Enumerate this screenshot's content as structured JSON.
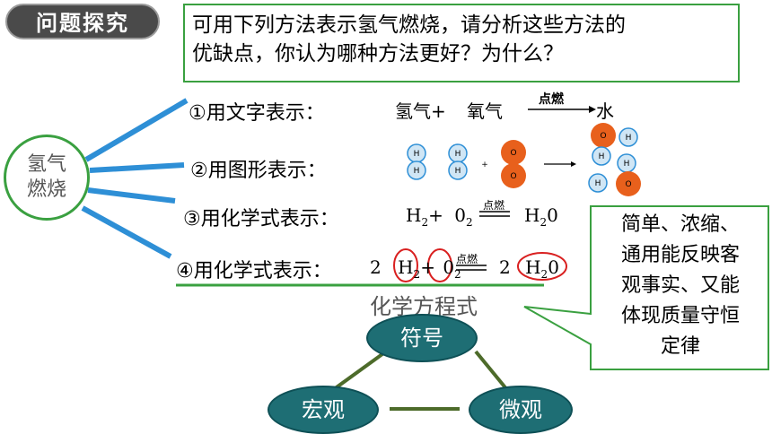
{
  "badge": "问题探究",
  "question": {
    "line1": "可用下列方法表示氢气燃烧，请分析这些方法的",
    "line2": "优缺点，你认为哪种方法更好？为什么？"
  },
  "hub": {
    "line1": "氢气",
    "line2": "燃烧"
  },
  "methods": [
    {
      "label": "①用文字表示："
    },
    {
      "label": "②用图形表示："
    },
    {
      "label": "③用化学式表示："
    },
    {
      "label": "④用化学式表示："
    }
  ],
  "word_equation": {
    "reactant1": "氢气+",
    "reactant2": "氧气",
    "condition": "点燃",
    "product": "水"
  },
  "atoms": {
    "h": "H",
    "o": "O",
    "plus": "+"
  },
  "formula_equation": {
    "h2": "H",
    "sub2": "2",
    "plus": "+",
    "o2": "0",
    "condition": "点燃",
    "h2o_h": "H",
    "h2o_o": "0"
  },
  "balanced_equation": {
    "coef1": "2",
    "h2": "H",
    "sub2": "2",
    "plus": "+",
    "o2": "0",
    "condition": "点燃",
    "coef2": "2",
    "h2o_h": "H",
    "h2o_o": "0"
  },
  "equation_label": "化学方程式",
  "callout": {
    "line1": "简单、浓缩、",
    "line2": "通用能反映客",
    "line3": "观事实、又能",
    "line4": "体现质量守恒",
    "line5": "定律"
  },
  "triangle": {
    "top": "符号",
    "left": "宏观",
    "right": "微观"
  },
  "colors": {
    "green": "#3aa040",
    "blue": "#2e8fd6",
    "teal": "#1e6e74",
    "orange": "#e8601c",
    "red": "#d92020"
  }
}
